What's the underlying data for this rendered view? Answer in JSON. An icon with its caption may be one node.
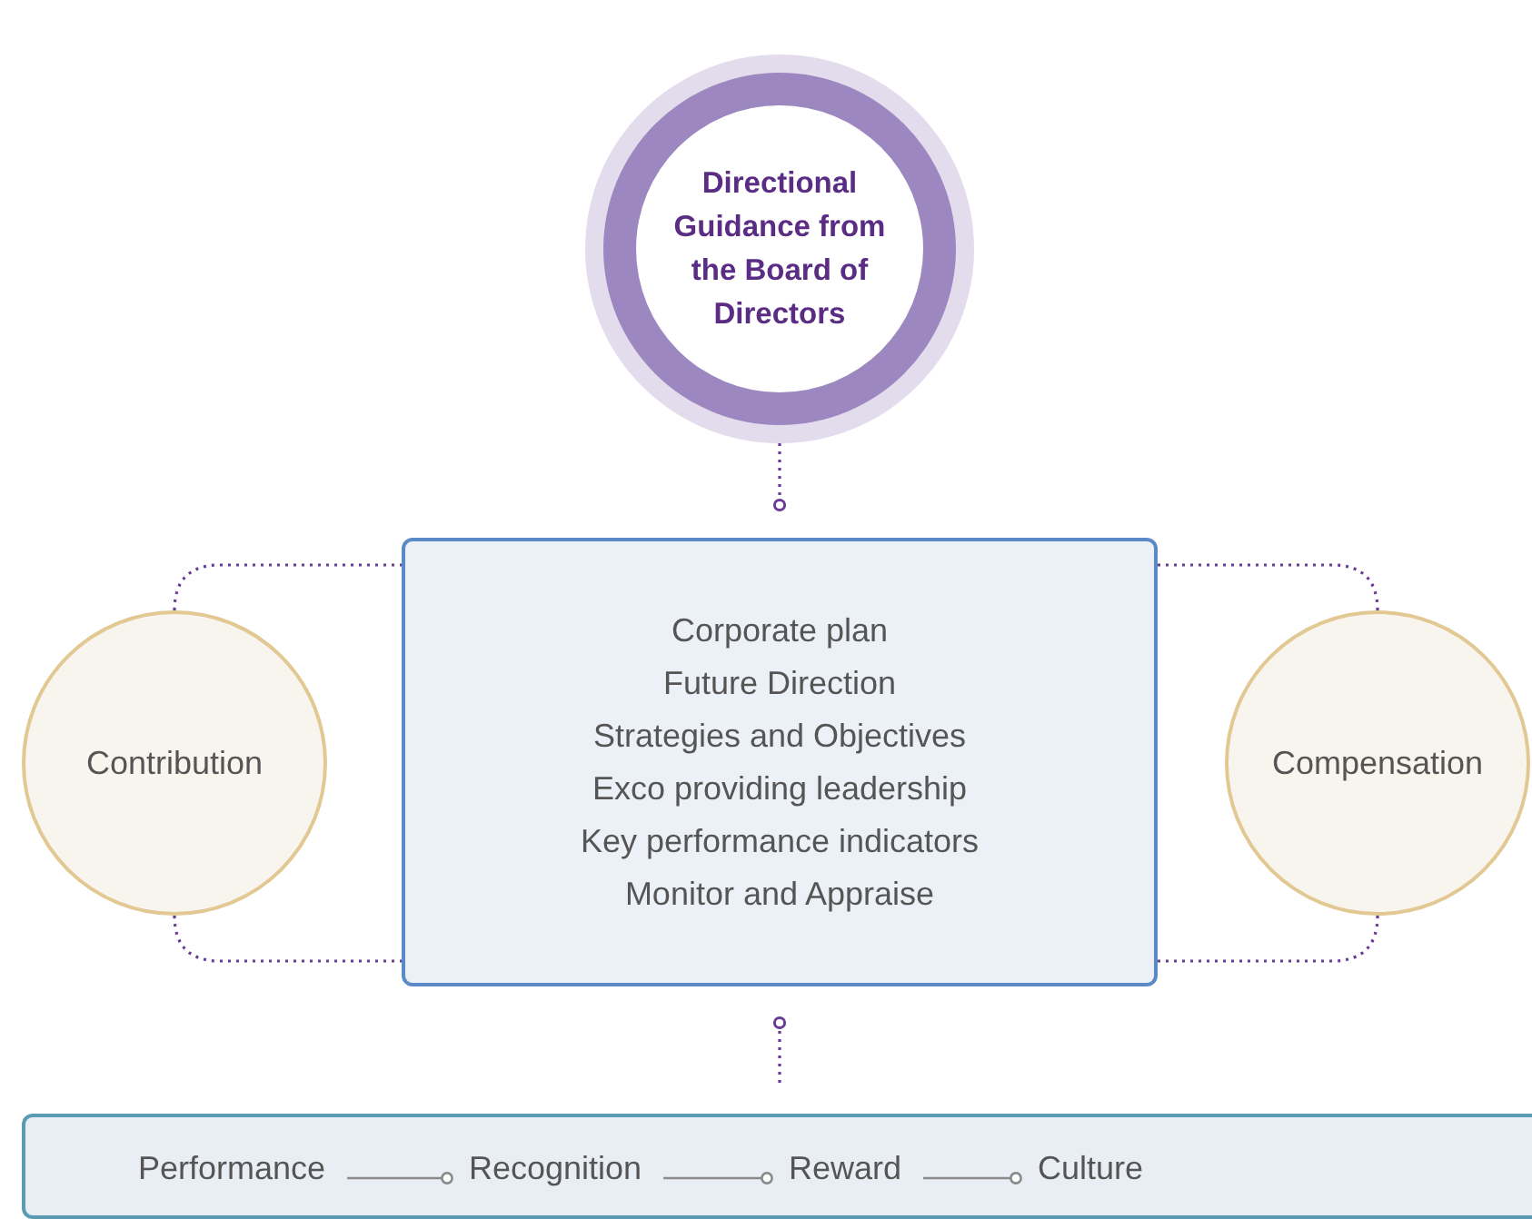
{
  "diagram": {
    "nodes": [
      {
        "text": [
          "Directional Guidance from the Board of Directors"
        ]
      },
      {
        "text": [
          "Corporate plan",
          "Future Direction",
          "Strategies and Objectives",
          "Exco providing leadership",
          "Key performance indicators",
          "Monitor and Appraise"
        ]
      },
      {
        "text": [
          "Contribution"
        ]
      },
      {
        "text": [
          "Compensation"
        ]
      },
      {
        "text": [],
        "shape": "box"
      },
      {
        "text": [
          "Performance"
        ],
        "in": 4
      },
      {
        "text": [
          "Recognition"
        ],
        "in": 4
      },
      {
        "text": [
          "Reward"
        ],
        "in": 4
      },
      {
        "text": [
          "Culture"
        ],
        "in": 4
      }
    ],
    "edges": [
      {
        "from": 0,
        "to": 1,
        "arrow": "other",
        "style": "dashed"
      },
      {
        "from": 2,
        "to": 1,
        "arrow": "none",
        "style": "dashed"
      },
      {
        "from": 2,
        "to": 1,
        "arrow": "none",
        "style": "dashed"
      },
      {
        "from": 3,
        "to": 1,
        "arrow": "none",
        "style": "dashed"
      },
      {
        "from": 3,
        "to": 1,
        "arrow": "none",
        "style": "dashed"
      },
      {
        "from": 1,
        "to": 4,
        "arrow": "other",
        "style": "dashed"
      },
      {
        "from": 5,
        "to": 6,
        "arrow": "other"
      },
      {
        "from": 6,
        "to": 7,
        "arrow": "other"
      },
      {
        "from": 7,
        "to": 8,
        "arrow": "other"
      }
    ]
  }
}
